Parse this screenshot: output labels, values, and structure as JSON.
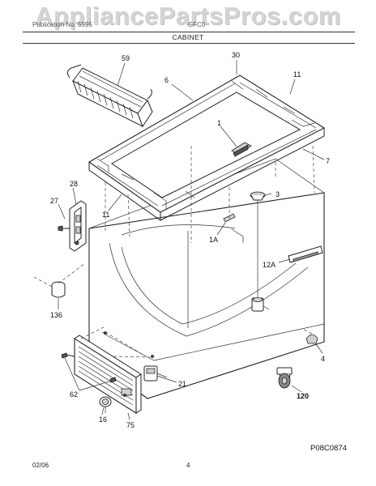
{
  "watermark": "AppliancePartsPros.com",
  "header": {
    "left_text": "Publication No. 5995",
    "right_text": "GFC0",
    "section_title": "CABINET"
  },
  "callouts": {
    "c59": "59",
    "c30": "30",
    "c6": "6",
    "c11_top": "11",
    "c1": "1",
    "c7": "7",
    "c28": "28",
    "c27": "27",
    "c3": "3",
    "c11_left": "11",
    "c1A": "1A",
    "c12A": "12A",
    "c136": "136",
    "c4": "4",
    "c21": "21",
    "c62": "62",
    "c120": "120",
    "c16": "16",
    "c75": "75"
  },
  "drawing_code": "P08C0874",
  "footer": {
    "date": "02/06",
    "page_number": "4"
  }
}
